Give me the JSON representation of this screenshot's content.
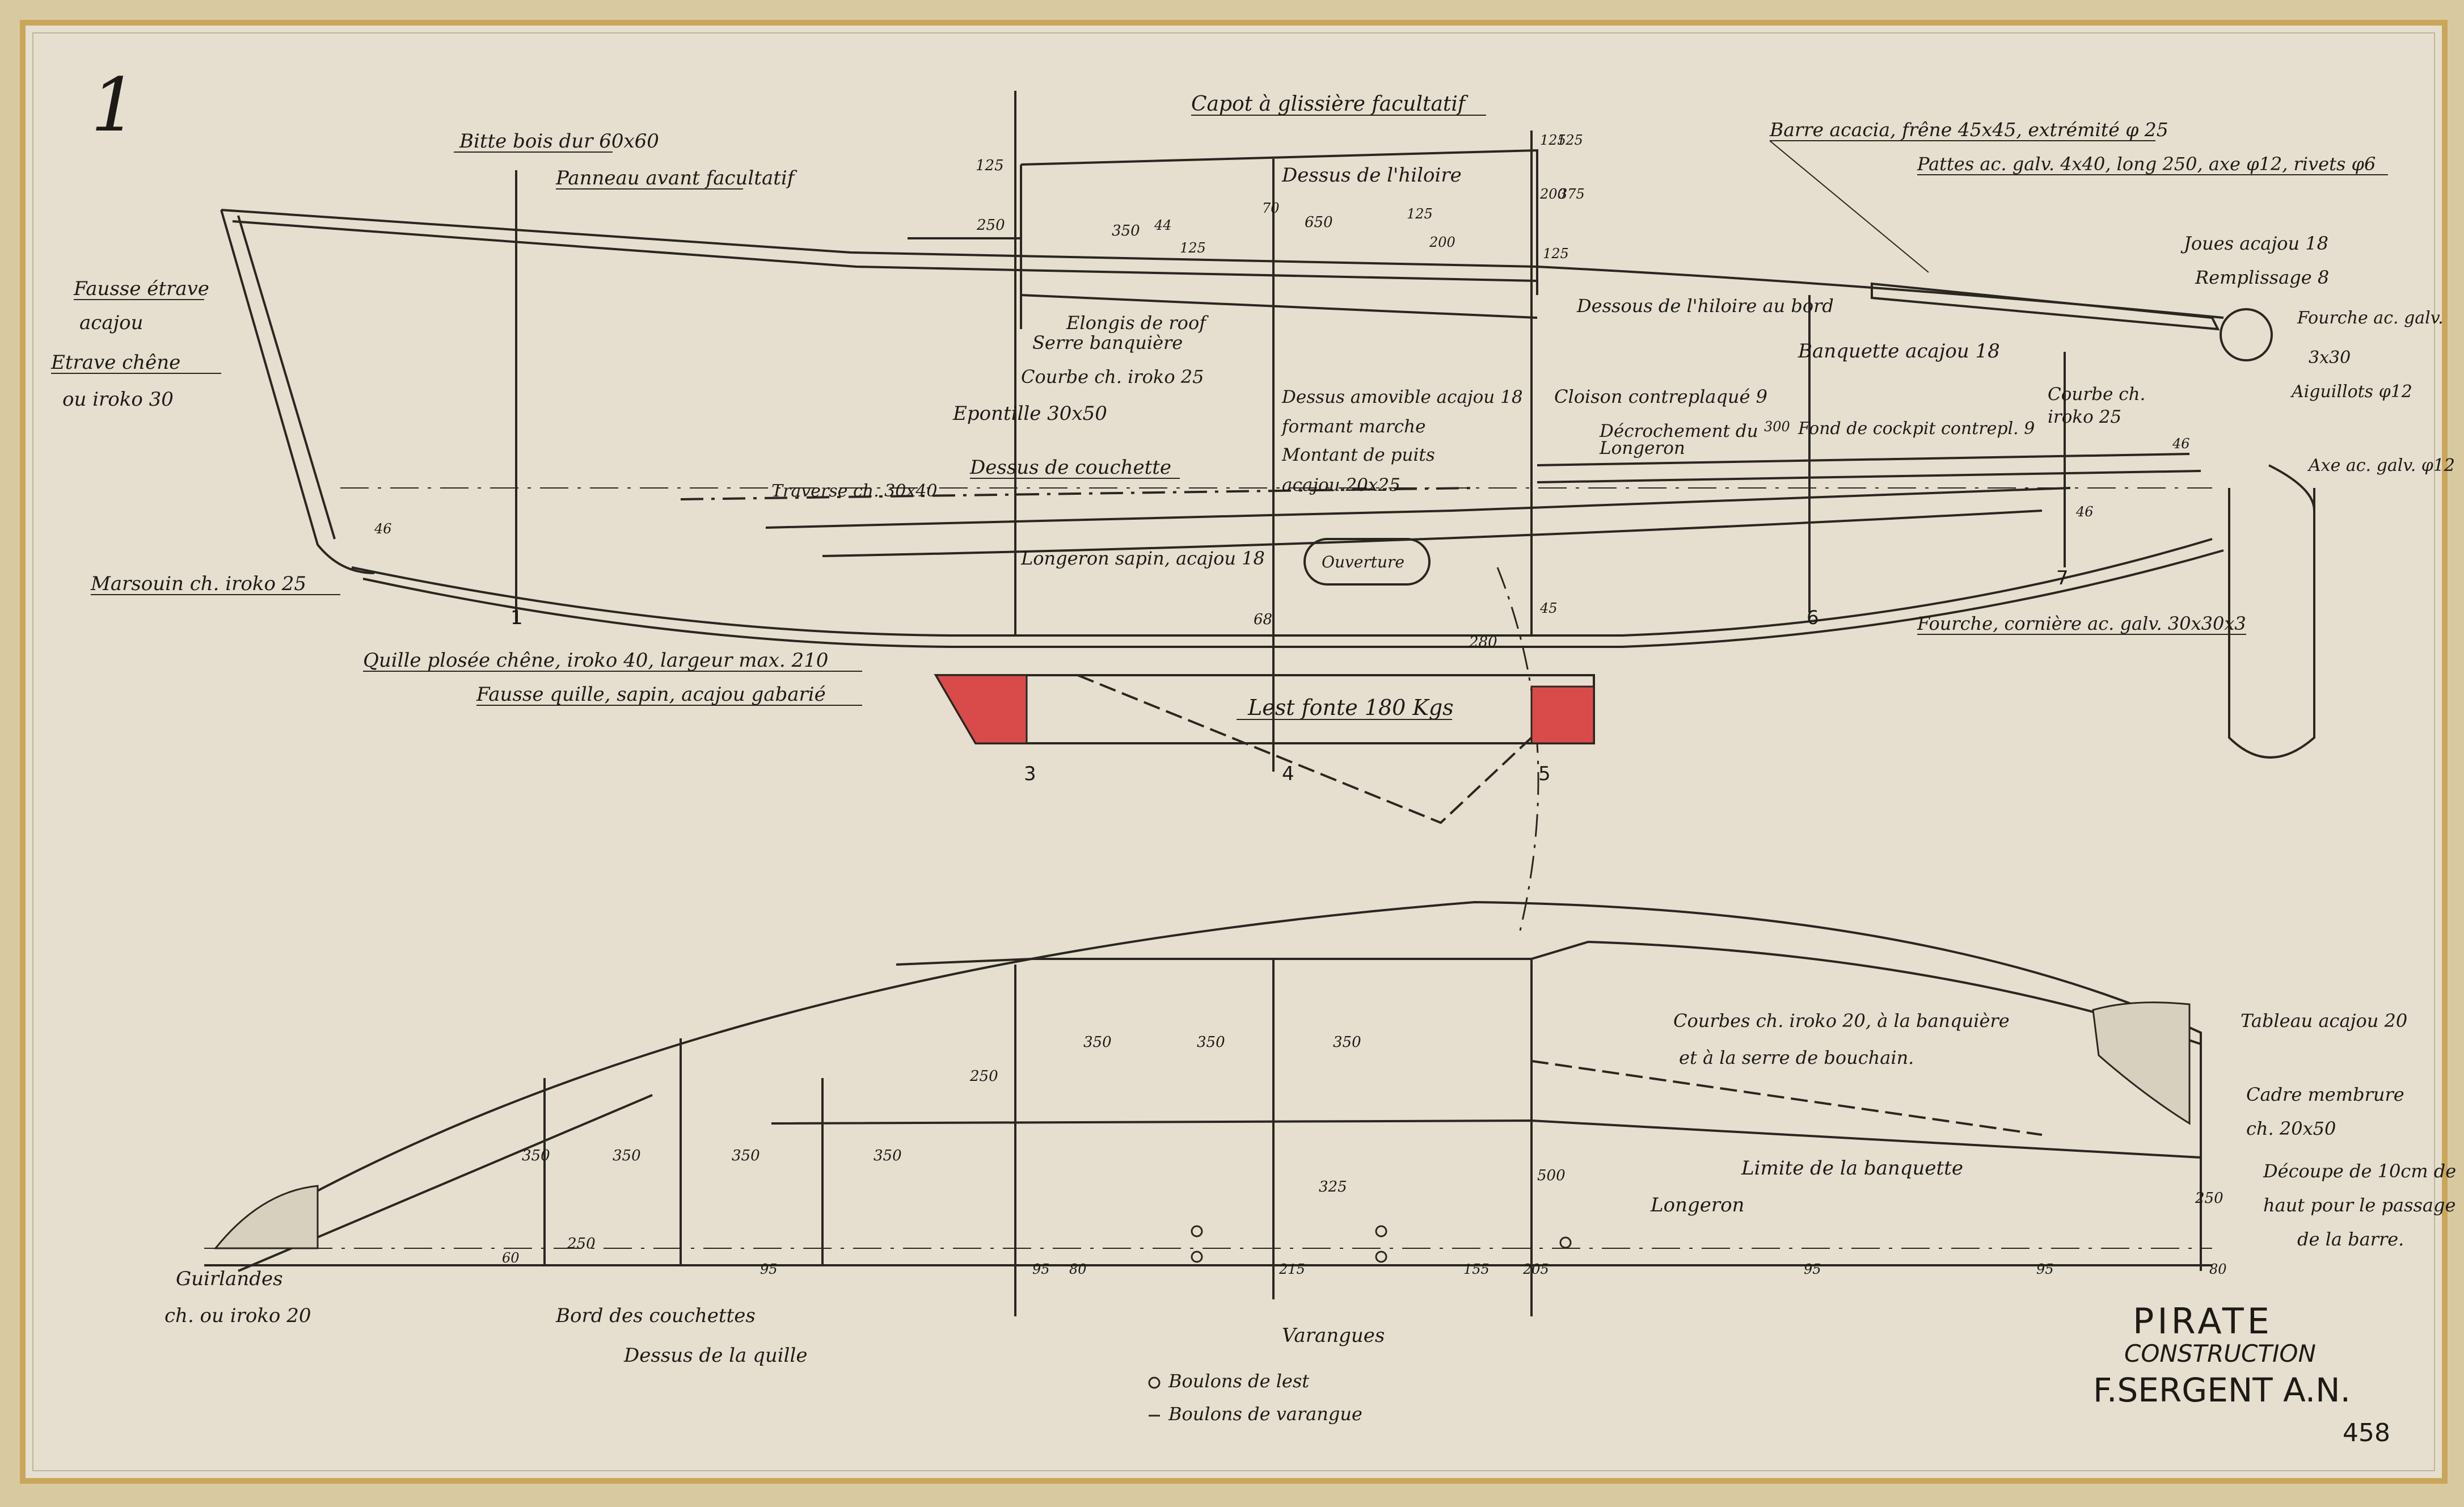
{
  "sheet_number": "1",
  "catalog_number": "458",
  "title_block": {
    "name": "PIRATE",
    "subtitle": "CONSTRUCTION",
    "designer": "F.SERGENT A.N."
  },
  "colors": {
    "paper": "#e6dfcf",
    "ink": "#2a2620",
    "ballast_red": "#d94b4b",
    "border": "#c9a65a"
  },
  "profile_labels": {
    "bitte": "Bitte bois dur 60x60",
    "panneau": "Panneau avant facultatif",
    "capot": "Capot à glissière facultatif",
    "dessus_hiloire": "Dessus de l'hiloire",
    "barre": "Barre acacia, frêne 45x45, extrémité φ 25",
    "pattes": "Pattes ac. galv. 4x40, long 250, axe φ12, rivets φ6",
    "joues": "Joues acajou 18",
    "remplissage": "Remplissage 8",
    "fourche_galv": "Fourche ac. galv.",
    "fourche_dim": "3x30",
    "aiguillots": "Aiguillots φ12",
    "axe": "Axe ac. galv. φ12",
    "fausse_etrave_1": "Fausse étrave",
    "fausse_etrave_2": "acajou",
    "etrave_1": "Etrave chêne",
    "etrave_2": "ou iroko 30",
    "marsouin": "Marsouin ch. iroko 25",
    "elongis": "Elongis de roof",
    "serre": "Serre banquière",
    "courbe_iroko": "Courbe ch. iroko 25",
    "epontille": "Epontille 30x50",
    "dessous_hiloire": "Dessous de l'hiloire au bord",
    "banquette": "Banquette acajou 18",
    "dessus_amovible_1": "Dessus amovible acajou 18",
    "dessus_amovible_2": "formant marche",
    "montant_1": "Montant de puits",
    "montant_2": "acajou 20x25",
    "cloison": "Cloison contreplaqué 9",
    "decrochement_1": "Décrochement du",
    "decrochement_2": "Longeron",
    "fond_cockpit": "Fond de cockpit contrepl. 9",
    "courbe_ch_1": "Courbe ch.",
    "courbe_ch_2": "iroko 25",
    "dessus_couchette": "Dessus de couchette",
    "traverse": "Traverse ch. 30x40",
    "longeron_sapin": "Longeron sapin, acajou 18",
    "ouverture": "Ouverture",
    "quille": "Quille plosée chêne, iroko 40, largeur max. 210",
    "fausse_quille": "Fausse quille, sapin, acajou gabarié",
    "lest": "Lest fonte 180 Kgs",
    "fourche_corniere": "Fourche, cornière ac. galv. 30x30x3"
  },
  "plan_labels": {
    "courbes_1": "Courbes ch. iroko 20, à la banquière",
    "courbes_2": "et à la serre de bouchain.",
    "tableau": "Tableau acajou 20",
    "cadre_1": "Cadre membrure",
    "cadre_2": "ch. 20x50",
    "cadre_3": "Découpe de 10cm de",
    "cadre_4": "haut pour le passage",
    "cadre_5": "de la barre.",
    "limite": "Limite de la banquette",
    "longeron": "Longeron",
    "guirlandes_1": "Guirlandes",
    "guirlandes_2": "ch. ou iroko 20",
    "bord": "Bord des couchettes",
    "dessus_quille": "Dessus de la quille",
    "varangues": "Varangues",
    "boulons_lest": "Boulons de lest",
    "boulons_varangue": "Boulons de varangue"
  },
  "stations": [
    "1",
    "3",
    "4",
    "5",
    "6",
    "7"
  ],
  "dimensions": {
    "d125a": "125",
    "d250a": "250",
    "d350": "350",
    "d44": "44",
    "d125b": "125",
    "d650": "650",
    "d125c": "125",
    "d200a": "200",
    "d70": "70",
    "d125d": "125",
    "d125e": "125",
    "d200b": "200",
    "d375": "375",
    "d125f": "125",
    "d46a": "46",
    "d68": "68",
    "d280": "280",
    "d45": "45",
    "d300": "300",
    "d46b": "46",
    "d46c": "46",
    "p350a": "350",
    "p350b": "350",
    "p350c": "350",
    "p250a": "250",
    "p350d": "350",
    "p350e": "350",
    "p350f": "350",
    "p350g": "350",
    "p250b": "250",
    "p325": "325",
    "p500": "500",
    "p250c": "250",
    "p95a": "95",
    "p95b": "95",
    "p95c": "95",
    "p95d": "95",
    "p205": "205",
    "p215": "215",
    "p155": "155",
    "p80a": "80",
    "p80b": "80",
    "p60": "60"
  }
}
